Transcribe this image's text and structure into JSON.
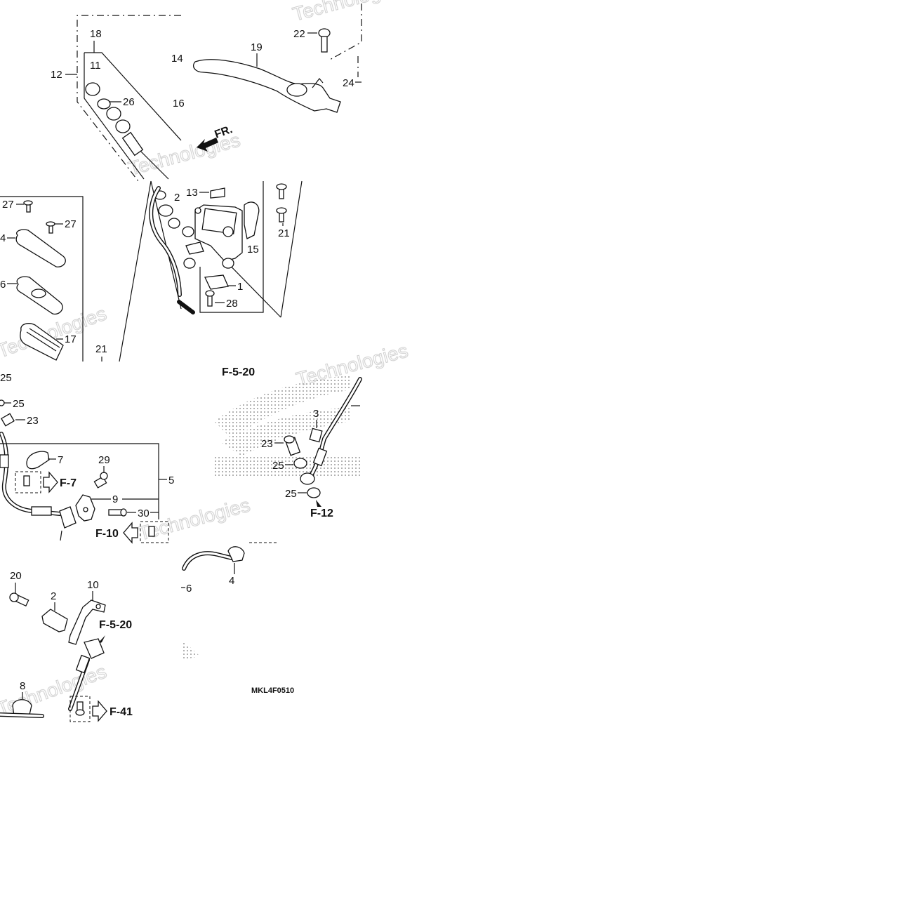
{
  "diagram": {
    "part_labels": [
      "1",
      "2",
      "3",
      "4",
      "5",
      "6",
      "7",
      "8",
      "9",
      "10",
      "11",
      "12",
      "13",
      "14",
      "15",
      "16",
      "17",
      "18",
      "19",
      "20",
      "21",
      "22",
      "23",
      "24",
      "25",
      "26",
      "27",
      "28",
      "29",
      "30"
    ],
    "callouts": {
      "n18": "18",
      "n12": "12",
      "n11": "11",
      "n26": "26",
      "n14": "14",
      "n16": "16",
      "n19": "19",
      "n22": "22",
      "n24": "24",
      "n13": "13",
      "n2a": "2",
      "n21a": "21",
      "n15": "15",
      "n1": "1",
      "n28": "28",
      "n27a": "27",
      "n27b": "27",
      "n4a": "4",
      "n6a": "6",
      "n17": "17",
      "n21b": "21",
      "n25a": "25",
      "n25b": "25",
      "n23a": "23",
      "n7": "7",
      "n29": "29",
      "n5": "5",
      "n9": "9",
      "n30": "30",
      "n3": "3",
      "n23b": "23",
      "n25c": "25",
      "n25d": "25",
      "n4b": "4",
      "n6b": "6",
      "n20": "20",
      "n2b": "2",
      "n10": "10",
      "n8": "8"
    },
    "refs": {
      "f5_20a": "F-5-20",
      "f7": "F-7",
      "f10": "F-10",
      "f12": "F-12",
      "f5_20b": "F-5-20",
      "f41": "F-41"
    },
    "direction_label": "FR.",
    "drawing_code": "MKL4F0510",
    "watermark_text": "Technologies"
  }
}
